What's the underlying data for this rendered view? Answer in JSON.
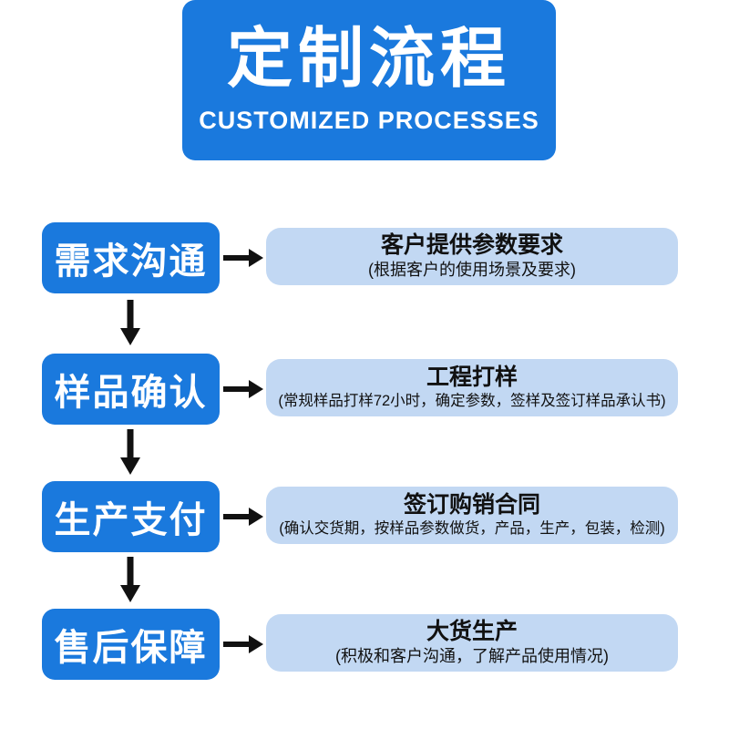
{
  "header": {
    "title": "定制流程",
    "subtitle": "CUSTOMIZED PROCESSES"
  },
  "colors": {
    "primary_blue": "#1a79dd",
    "light_blue": "#c2d8f3",
    "arrow_black": "#111111"
  },
  "steps": [
    {
      "label": "需求沟通",
      "detail_title": "客户提供参数要求",
      "detail_note": "(根据客户的使用场景及要求)"
    },
    {
      "label": "样品确认",
      "detail_title": "工程打样",
      "detail_note": "(常规样品打样72小时，确定参数，签样及签订样品承认书)"
    },
    {
      "label": "生产支付",
      "detail_title": "签订购销合同",
      "detail_note": "(确认交货期，按样品参数做货，产品，生产，包装，检测)"
    },
    {
      "label": "售后保障",
      "detail_title": "大货生产",
      "detail_note": "(积极和客户沟通，了解产品使用情况)"
    }
  ]
}
